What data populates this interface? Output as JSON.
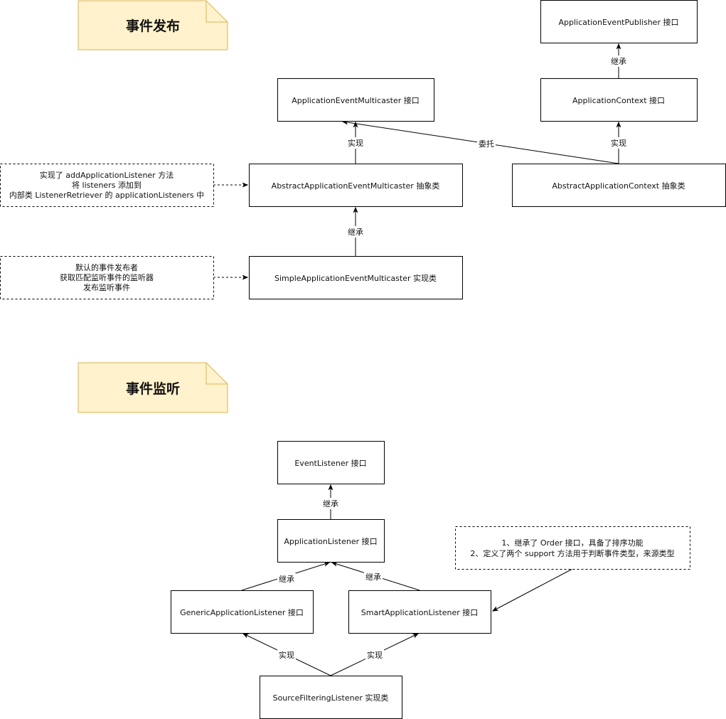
{
  "sections": {
    "publish": {
      "title": "事件发布"
    },
    "listen": {
      "title": "事件监听"
    }
  },
  "colors": {
    "note_fill": "#fff2cc",
    "note_stroke": "#d6b656",
    "line": "#000000",
    "secondary_line": "#555555"
  },
  "boxes": {
    "publisher": "ApplicationEventPublisher 接口",
    "multicaster": "ApplicationEventMulticaster 接口",
    "context": "ApplicationContext 接口",
    "abstract_multicaster": "AbstractApplicationEventMulticaster 抽象类",
    "abstract_context": "AbstractApplicationContext 抽象类",
    "simple_multicaster": "SimpleApplicationEventMulticaster 实现类",
    "event_listener": "EventListener 接口",
    "application_listener": "ApplicationListener 接口",
    "generic_listener": "GenericApplicationListener 接口",
    "smart_listener": "SmartApplicationListener 接口",
    "source_filtering": "SourceFilteringListener 实现类"
  },
  "notes": {
    "add_listener": [
      "实现了 addApplicationListener 方法",
      "将 listeners 添加到",
      "内部类 ListenerRetriever 的 applicationListeners 中"
    ],
    "default_publisher": [
      "默认的事件发布者",
      "获取匹配监听事件的监听器",
      "发布监听事件"
    ],
    "smart_info": [
      "1、继承了 Order 接口，具备了排序功能",
      "2、定义了两个 support 方法用于判断事件类型，来源类型"
    ]
  },
  "edges": {
    "context_inherits_publisher": "继承",
    "abstract_multicaster_implements": "实现",
    "abstract_context_delegates": "委托",
    "abstract_context_implements": "实现",
    "simple_inherits_abstract": "继承",
    "app_listener_inherits": "继承",
    "generic_inherits": "继承",
    "smart_inherits": "继承",
    "source_implements_generic": "实现",
    "source_implements_smart": "实现"
  }
}
